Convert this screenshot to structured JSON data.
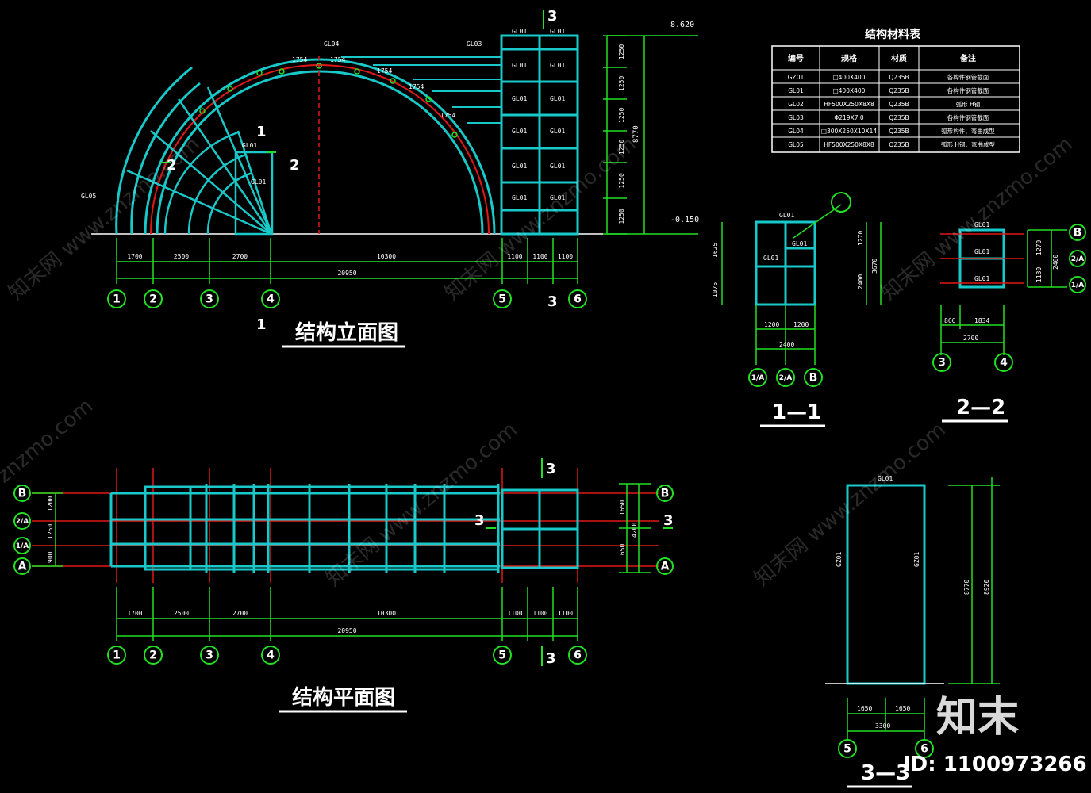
{
  "titles": {
    "elevation": "结构立面图",
    "plan": "结构平面图",
    "section_1": "1—1",
    "section_2": "2—2",
    "section_3": "3—3",
    "material_table": "结构材料表"
  },
  "axes": {
    "columns": [
      "1",
      "2",
      "3",
      "4",
      "5",
      "6"
    ],
    "rows": [
      "B",
      "2/A",
      "1/A",
      "A"
    ],
    "sec1_axes": [
      "1/A",
      "2/A",
      "B"
    ],
    "sec2_axes": [
      "3",
      "4"
    ],
    "sec3_axes": [
      "5",
      "6"
    ],
    "section_marks": {
      "s1": "1",
      "s2": "2",
      "s3": "3"
    }
  },
  "dimensions": {
    "column_spacing": [
      "1700",
      "2500",
      "2700",
      "10300",
      "1100",
      "1100",
      "1100"
    ],
    "column_total": "20950",
    "elevation_right": [
      "1250",
      "1250",
      "1250",
      "1250",
      "1250",
      "1250"
    ],
    "elevation_total": "8770",
    "level_top": "8.620",
    "level_bottom": "-0.150",
    "plan_left": [
      "1200",
      "1250",
      "900"
    ],
    "plan_right": [
      "1650",
      "1650"
    ],
    "plan_right_total": "4200",
    "sec1_left": [
      "1625",
      "1075"
    ],
    "sec1_right": [
      "1270",
      "2400"
    ],
    "sec1_right_total": "3670",
    "sec1_bottom": [
      "1200",
      "1200"
    ],
    "sec1_bottom_total": "2400",
    "sec2_bottom": [
      "866",
      "1834"
    ],
    "sec2_bottom_total": "2700",
    "sec2_right": [
      "1270",
      "1130"
    ],
    "sec2_right_total": "2400",
    "sec3_bottom": [
      "1650",
      "1650"
    ],
    "sec3_bottom_total": "3300",
    "sec3_right": [
      "8770"
    ],
    "sec3_right_total": "8920"
  },
  "members": {
    "GL01": "GL01",
    "GL02": "GL02",
    "GL03": "GL03",
    "GL04": "GL04",
    "GL05": "GL05",
    "GZ01": "GZ01",
    "arc_spacing": "1754"
  },
  "material_table": {
    "headers": [
      "编号",
      "规格",
      "材质",
      "备注"
    ],
    "rows": [
      [
        "GZ01",
        "□400X400",
        "Q235B",
        "各构件钢管截面"
      ],
      [
        "GL01",
        "□400X400",
        "Q235B",
        "各构件钢管截面"
      ],
      [
        "GL02",
        "HF500X250X8X8",
        "Q235B",
        "弧形 H钢"
      ],
      [
        "GL03",
        "Φ219X7.0",
        "Q235B",
        "各构件钢管截面"
      ],
      [
        "GL04",
        "□300X250X10X14",
        "Q235B",
        "弧形构件、弯曲成型"
      ],
      [
        "GL05",
        "HF500X250X8X8",
        "Q235B",
        "弧形 H钢、弯曲成型"
      ]
    ]
  },
  "watermarks": [
    "知末网 www.znzmo.com",
    "znzmo.com"
  ],
  "branding": {
    "logo": "知末",
    "id_label": "ID: 1100973266"
  },
  "colors": {
    "background": "#000000",
    "line_cyan": "#19c8c8",
    "line_red": "#e01818",
    "line_green": "#22e022",
    "text": "#ffffff"
  }
}
